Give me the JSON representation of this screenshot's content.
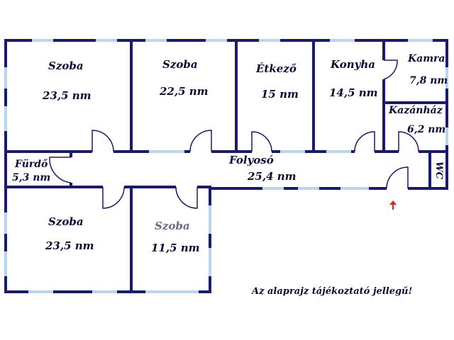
{
  "rooms": {
    "szoba1": {
      "name": "Szoba",
      "area": "23,5 nm"
    },
    "szoba2": {
      "name": "Szoba",
      "area": "22,5 nm"
    },
    "etkezo": {
      "name": "Étkező",
      "area": "15 nm"
    },
    "konyha": {
      "name": "Konyha",
      "area": "14,5 nm"
    },
    "kamra": {
      "name": "Kamra",
      "area": "7,8 nm"
    },
    "kazanhaz": {
      "name": "Kazánház",
      "area": "6,2 nm"
    },
    "furdo": {
      "name": "Fürdő",
      "area": "5,3 nm"
    },
    "folyoso": {
      "name": "Folyosó",
      "area": "25,4 nm"
    },
    "wc": {
      "name": "WC"
    },
    "szoba3": {
      "name": "Szoba",
      "area": "23,5 nm"
    },
    "szoba4": {
      "name": "Szoba",
      "area": "11,5 nm"
    }
  },
  "note": "Az alaprajz tájékoztató jellegű!",
  "colors": {
    "wall": "#1b1b6e",
    "window": "#b9d6ec",
    "door": "#1b1b6e",
    "entrance_arrow": "#e02020"
  },
  "icons": {
    "entrance": "entrance-arrow-icon"
  }
}
